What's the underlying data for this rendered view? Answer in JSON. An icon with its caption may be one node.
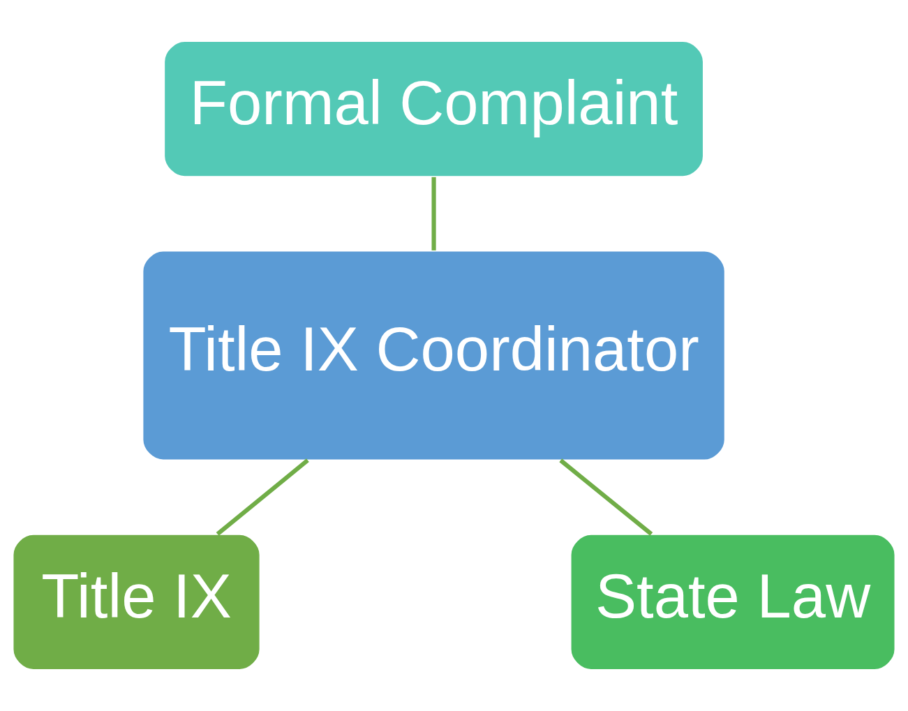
{
  "diagram": {
    "nodes": [
      {
        "text": [
          "Formal Complaint"
        ]
      },
      {
        "text": [
          "Title IX Coordinator"
        ]
      },
      {
        "text": [
          "Title IX"
        ]
      },
      {
        "text": [
          "State Law"
        ]
      }
    ],
    "edges": [
      {
        "from": 0,
        "to": 1,
        "arrow": "none"
      },
      {
        "from": 1,
        "to": 2,
        "arrow": "none"
      },
      {
        "from": 1,
        "to": 3,
        "arrow": "none"
      }
    ]
  }
}
